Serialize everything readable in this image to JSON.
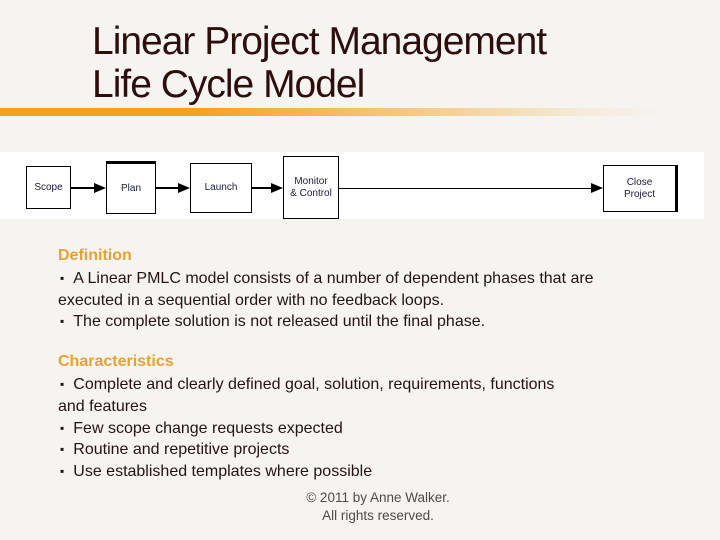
{
  "slide": {
    "title_line1": "Linear Project Management",
    "title_line2": "Life Cycle Model"
  },
  "diagram": {
    "boxes": [
      {
        "name": "scope",
        "lines": [
          "Scope"
        ]
      },
      {
        "name": "plan",
        "lines": [
          "Plan"
        ]
      },
      {
        "name": "launch",
        "lines": [
          "Launch"
        ]
      },
      {
        "name": "monitor",
        "lines": [
          "Monitor",
          "& Control"
        ]
      },
      {
        "name": "close",
        "lines": [
          "Close",
          "Project"
        ]
      }
    ]
  },
  "sections": [
    {
      "heading": "Definition",
      "bullets": [
        {
          "lines": [
            "A Linear PMLC model consists of a number of dependent phases that are",
            "executed in a sequential order with no feedback loops."
          ]
        },
        {
          "lines": [
            "The complete solution is not released until the final phase."
          ]
        }
      ]
    },
    {
      "heading": "Characteristics",
      "bullets": [
        {
          "lines": [
            "Complete and clearly defined goal, solution, requirements, functions",
            "and features"
          ]
        },
        {
          "lines": [
            "Few scope change requests expected"
          ]
        },
        {
          "lines": [
            "Routine and repetitive projects"
          ]
        },
        {
          "lines": [
            "Use established templates where possible"
          ]
        }
      ]
    }
  ],
  "footer": {
    "line1": "© 2011 by Anne Walker.",
    "line2": "All rights reserved."
  },
  "ui": {
    "bullet_glyph": "▪"
  },
  "colors": {
    "accent_orange": "#F6A221",
    "heading_orange": "#E9A22F",
    "title_maroon": "#2E0D0D",
    "body_text": "#241313",
    "footer_gray": "#4F4A47",
    "box_border": "#000000",
    "strip_background": "#FFFFFF",
    "page_background": "#F5F4F1"
  }
}
